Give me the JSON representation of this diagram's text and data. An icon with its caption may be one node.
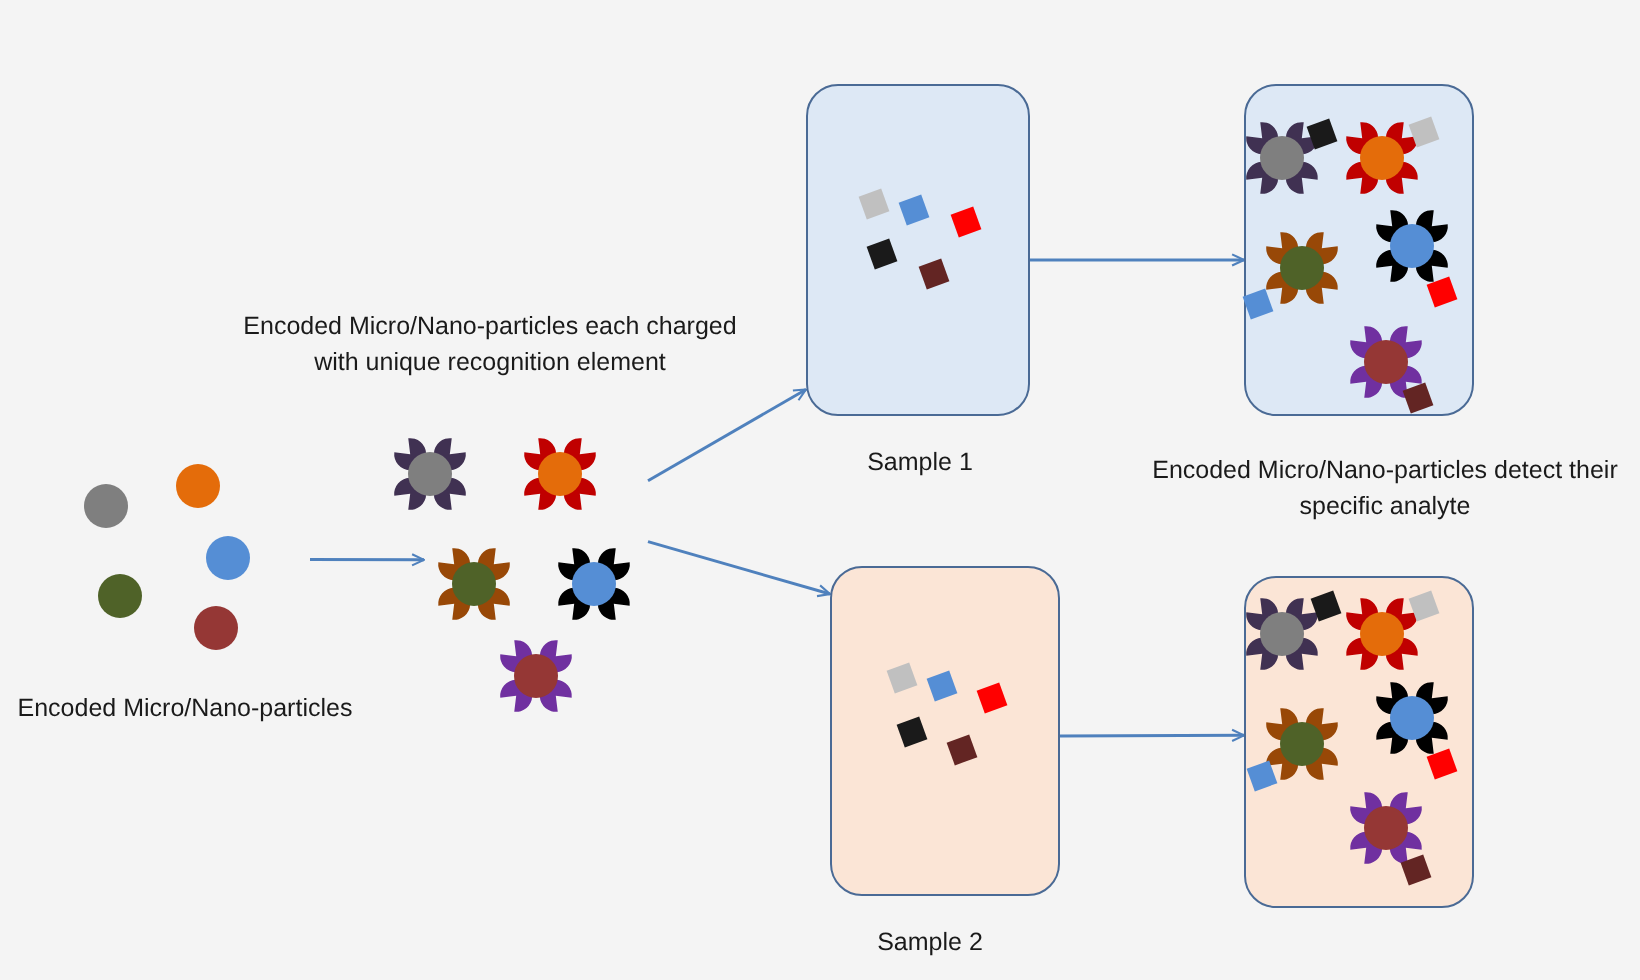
{
  "diagram": {
    "nodes": [
      {
        "text": [],
        "shape": "picture",
        "beside": [
          "Encoded Micro/Nano-particles"
        ]
      },
      {
        "text": [],
        "shape": "picture",
        "beside": [
          "Encoded Micro/Nano-particles each charged with unique recognition element"
        ]
      },
      {
        "text": [],
        "shape": "box",
        "beside": [
          "Sample 1"
        ]
      },
      {
        "text": [],
        "shape": "box",
        "beside": [
          "Sample 2"
        ]
      },
      {
        "text": [],
        "shape": "box",
        "beside": [
          "Encoded Micro/Nano-particles detect their specific analyte"
        ]
      },
      {
        "text": [],
        "shape": "box"
      }
    ],
    "edges": [
      {
        "from": 0,
        "to": 1,
        "arrow": "to"
      },
      {
        "from": 1,
        "to": 2,
        "arrow": "to"
      },
      {
        "from": 1,
        "to": 3,
        "arrow": "to"
      },
      {
        "from": 2,
        "to": 4,
        "arrow": "to"
      },
      {
        "from": 3,
        "to": 5,
        "arrow": "to"
      }
    ]
  }
}
